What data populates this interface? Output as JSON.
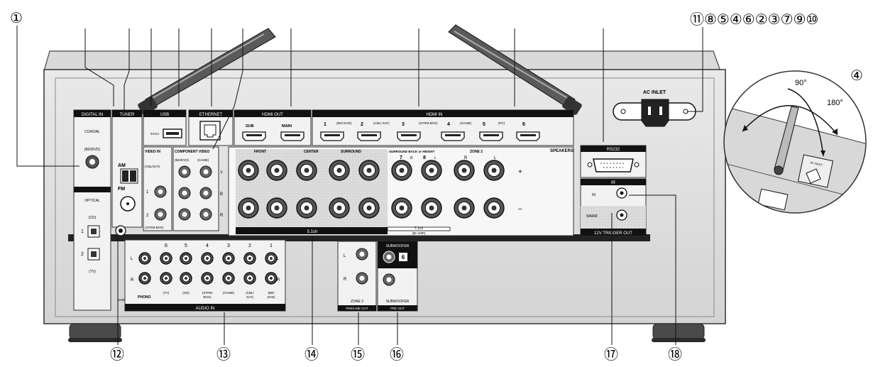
{
  "callouts": {
    "c1": "①",
    "c4": "④",
    "c12": "⑫",
    "c13": "⑬",
    "c14": "⑭",
    "c15": "⑮",
    "c16": "⑯",
    "c17": "⑰",
    "c18": "⑱",
    "top_right_row": "⑪⑧⑤④⑥②③⑦⑨⑩"
  },
  "panel": {
    "digital_in": "DIGITAL IN",
    "coaxial": "COAXIAL",
    "bd_dvd": "(BD/DVD)",
    "optical": "OPTICAL",
    "cd": "(CD)",
    "tv": "(TV)",
    "opt_1": "1",
    "opt_2": "2",
    "tuner": "TUNER",
    "am": "AM",
    "fm": "FM",
    "usb": "USB",
    "usb_rating": "5V/1A",
    "ethernet": "ETHERNET",
    "hdmi_out": "HDMI OUT",
    "sub": "SUB",
    "main": "MAIN",
    "hdmi_in": "HDMI IN",
    "hdmi_in_ports": [
      "1",
      "2",
      "3",
      "4",
      "5",
      "6"
    ],
    "hdmi_in_labels": [
      "(BD/ DVD)",
      "(CBL/ SAT)",
      "(STRM BOX)",
      "(GAME)",
      "(PC)",
      ""
    ],
    "video_in": "VIDEO IN",
    "component_video": "COMPONENT VIDEO",
    "cbl_sat": "(CBL/SAT)",
    "strm_box": "(STRM BOX)",
    "bd_dvd_short": "(BD/DVD)",
    "game": "(GAME)",
    "y": "Y",
    "pb": "B",
    "pr": "R",
    "speakers": "SPEAKERS",
    "front": "FRONT",
    "center": "CENTER",
    "surround": "SURROUND",
    "surround_back": "SURROUND BACK or HEIGHT",
    "zone2": "ZONE 2",
    "ch_5_1": "5.1ch",
    "ch_7_1": "7.1ch",
    "bi_amp": "(BI-AMP)",
    "plus": "+",
    "minus": "–",
    "l": "L",
    "r": "R",
    "rs232": "RS232",
    "ir": "IR",
    "ir_in": "IN",
    "warm": "WARM",
    "trigger_out": "12V TRIGGER OUT",
    "ac_inlet": "AC INLET",
    "audio_in": "AUDIO IN",
    "audio_in_ports": [
      "6",
      "5",
      "4",
      "3",
      "2",
      "1"
    ],
    "audio_in_labels": [
      "(TV)",
      "(CD)",
      "(STRM BOX)",
      "(GAME)",
      "(CBL/ SAT)",
      "(BD/ DVD)"
    ],
    "phono": "PHONO",
    "zone2_preout": "ZONE 2",
    "pre_line_out": "PRE/LINE OUT",
    "subwoofer": "SUBWOOFER",
    "subwoofer_a": "SUBWOOFER",
    "pre_out": "PRE OUT",
    "gnd": "GND",
    "seven": "7",
    "eight": "8",
    "six": "6"
  },
  "inset": {
    "angle_90": "90°",
    "angle_180": "180°",
    "ac_inlet": "AC INLET"
  }
}
